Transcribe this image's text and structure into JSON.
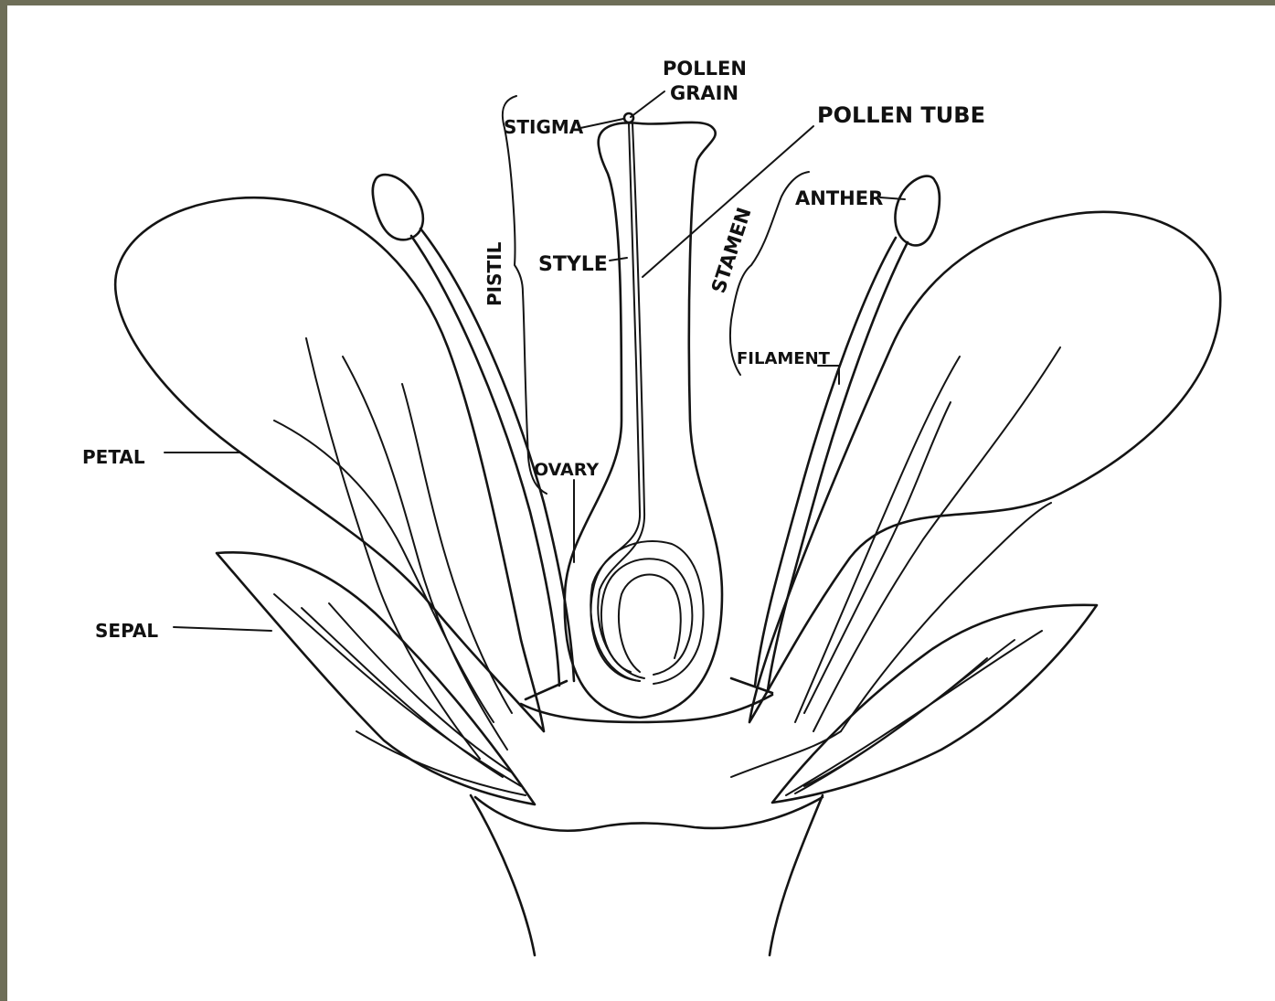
{
  "labels": {
    "pollen_grain_line1": "POLLEN",
    "pollen_grain_line2": "GRAIN",
    "pollen_tube": "POLLEN TUBE",
    "stigma": "STIGMA",
    "style": "STYLE",
    "pistil": "PISTIL",
    "ovary": "OVARY",
    "anther": "ANTHER",
    "stamen": "STAMEN",
    "filament": "FILAMENT",
    "petal": "PETAL",
    "sepal": "SEPAL"
  },
  "colors": {
    "frame_border": "#6e6e58",
    "background": "#ffffff",
    "ink": "#141414"
  }
}
